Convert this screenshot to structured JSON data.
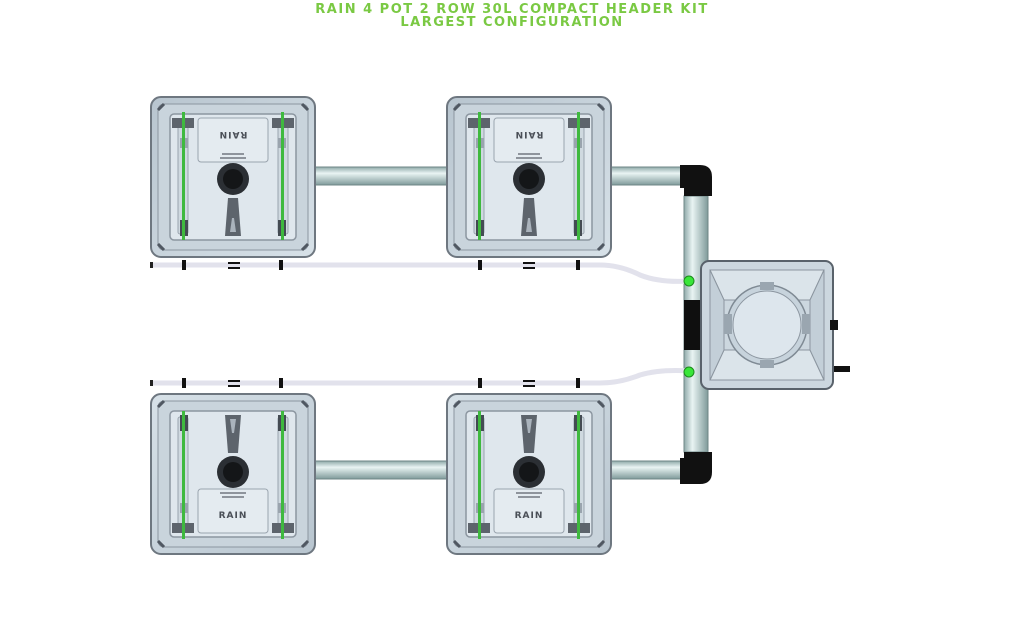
{
  "header": {
    "title_line1": "RAIN 4 POT 2 ROW 30L COMPACT HEADER KIT",
    "title_line2": "LARGEST CONFIGURATION"
  },
  "pots": [
    {
      "brand": "RAIN",
      "orientation": "flipped"
    },
    {
      "brand": "RAIN",
      "orientation": "flipped"
    },
    {
      "brand": "RAIN",
      "orientation": "normal"
    },
    {
      "brand": "RAIN",
      "orientation": "normal"
    }
  ],
  "colors": {
    "title": "#7ac943",
    "pot_outer": "#cbd6de",
    "pot_inner": "#dde6ec",
    "pipe": "#bfd6d6",
    "elbow": "#111111",
    "valve": "#39e639"
  }
}
